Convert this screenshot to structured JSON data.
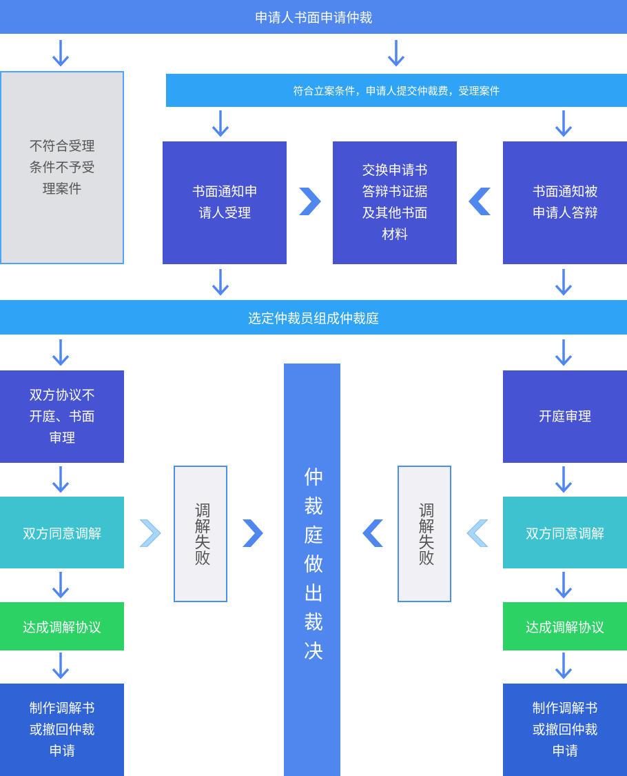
{
  "title": "申请人书面申请仲裁",
  "accept_condition": "符合立案条件，申请人提交仲裁费，受理案件",
  "reject_box": "不符合受理\n条件不予受\n理案件",
  "notify_applicant": "书面通知申\n请人受理",
  "exchange_docs": "交换申请书\n答辩书证据\n及其他书面\n材料",
  "notify_respondent": "书面通知被\n申请人答辩",
  "select_tribunal": "选定仲裁员组成仲裁庭",
  "left": {
    "written_review": "双方协议不\n开庭、书面\n审理",
    "agree_mediation": "双方同意调解",
    "reach_agreement": "达成调解协议",
    "make_document": "制作调解书\n或撤回仲裁\n申请"
  },
  "right": {
    "hearing": "开庭审理",
    "agree_mediation": "双方同意调解",
    "reach_agreement": "达成调解协议",
    "make_document": "制作调解书\n或撤回仲裁\n申请"
  },
  "mediation_failed": "调解失败",
  "verdict": "仲裁庭做出裁决",
  "colors": {
    "arrow": "#4f87ee",
    "chevron_dark": "#4f87ee",
    "chevron_light": "#a9d6f7"
  }
}
